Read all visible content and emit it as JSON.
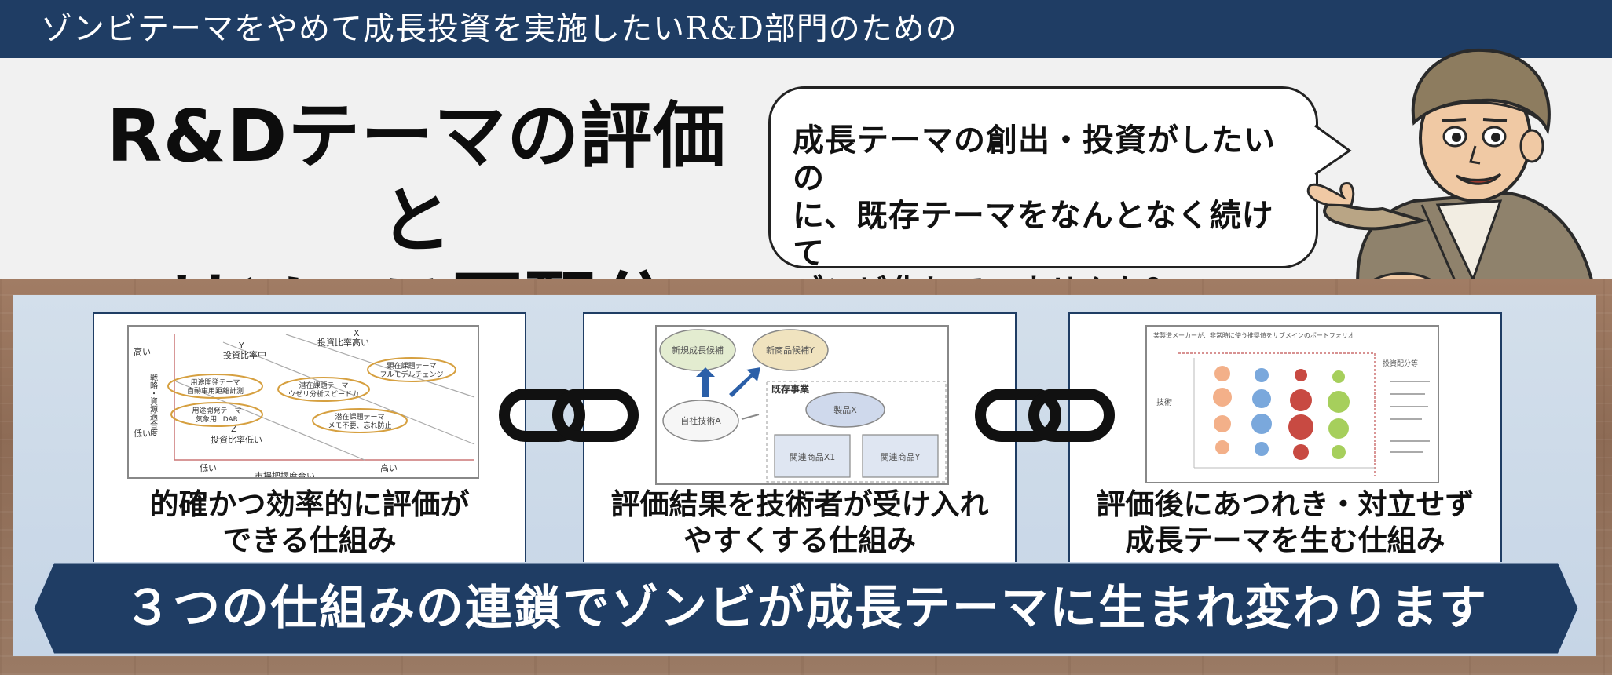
{
  "header": {
    "top_banner": "ゾンビテーマをやめて成長投資を実施したいR&D部門のための",
    "title_line1": "R&Dテーマの評価と",
    "title_line2": "リソース再配分",
    "speech_bubble": {
      "line1": "成長テーマの創出・投資がしたいの",
      "line2": "に、既存テーマをなんとなく続けて",
      "line3": "ゾンビ化していませんか？"
    }
  },
  "cards": [
    {
      "caption_line1": "的確かつ効率的に評価が",
      "caption_line2": "できる仕組み",
      "figure": {
        "y_axis_label": "戦略・資源適合度",
        "y_high": "高い",
        "y_low": "低い",
        "x_axis_label": "市場把握度合い",
        "x_low": "低い",
        "x_high": "高い",
        "line_x": "X",
        "line_x_label": "投資比率高い",
        "line_y": "Y",
        "line_y_label": "投資比率中",
        "line_z": "Z",
        "line_z_label": "投資比率低い",
        "ellipses": [
          {
            "l1": "用途開発テーマ",
            "l2": "自動車用距離計測"
          },
          {
            "l1": "潜在課題テーマ",
            "l2": "ウゼリ分析スピードカ"
          },
          {
            "l1": "顕在課題テーマ",
            "l2": "フルモデルチェンジ"
          },
          {
            "l1": "用途開発テーマ",
            "l2": "気象用LIDAR"
          },
          {
            "l1": "潜在課題テーマ",
            "l2": "メモ不要、忘れ防止"
          }
        ]
      }
    },
    {
      "caption_line1": "評価結果を技術者が受け入れ",
      "caption_line2": "やすくする仕組み",
      "figure": {
        "existing_business": "既存事業",
        "bubbles": [
          "新規成長候補",
          "新商品候補Y",
          "自社技術A",
          "製品X",
          "関連商品X1",
          "関連商品Y"
        ]
      }
    },
    {
      "caption_line1": "評価後にあつれき・対立せず",
      "caption_line2": "成長テーマを生む仕組み",
      "figure": {
        "title": "某製造メーカーが、非常時に使う推奨値をサブメインのポートフォリオ",
        "left_label": "技術",
        "right_label": "投資配分等"
      }
    }
  ],
  "bottom_banner": "３つの仕組みの連鎖でゾンビが成長テーマに生まれ変わります",
  "colors": {
    "navy": "#1f3d64",
    "panel": "#cfdbe9",
    "wood": "#946f58",
    "ellipse": "#d6a040",
    "red_line": "#c05050"
  }
}
